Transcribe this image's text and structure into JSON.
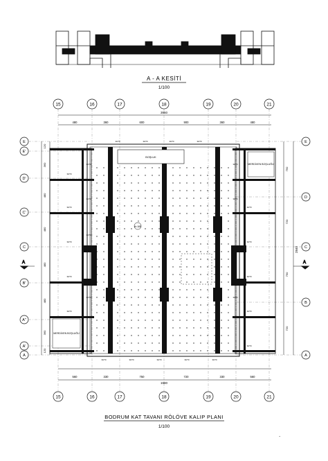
{
  "section_title": "A - A  KESİTİ",
  "section_scale": "1/100",
  "plan_title": "BODRUM  KAT  TAVANI  RÖLÖVE  KALIP  PLANI",
  "plan_scale": "1/100",
  "grid_columns": [
    "15",
    "16",
    "17",
    "18",
    "19",
    "20",
    "21"
  ],
  "grid_rows_left": [
    "E",
    "E'",
    "D'",
    "C'",
    "C",
    "B'",
    "A''",
    "A'",
    "A"
  ],
  "grid_rows_right": [
    "E",
    "D",
    "C",
    "B",
    "A"
  ],
  "section_marker": "A",
  "top_overall_dim": "3960",
  "top_dims": [
    "480",
    "360",
    "600",
    "900",
    "360",
    "480"
  ],
  "bottom_overall_dim": "1980",
  "bottom_dims": [
    "560",
    "330",
    "750",
    "720",
    "330",
    "560"
  ],
  "left_dims": [
    "120",
    "360",
    "480",
    "480",
    "480",
    "480",
    "360",
    "120"
  ],
  "right_dims": [
    "750",
    "720",
    "750",
    "720"
  ],
  "right_overall_dim": "2840",
  "labels": {
    "bosluk": "BOŞLUK",
    "merdiven_top": "MERDİVEN BOŞLUĞU",
    "merdiven_bottom": "MERDİVEN BOŞLUĞU",
    "slab": "d=180",
    "beam_small": "30/70"
  },
  "page_mark": "."
}
